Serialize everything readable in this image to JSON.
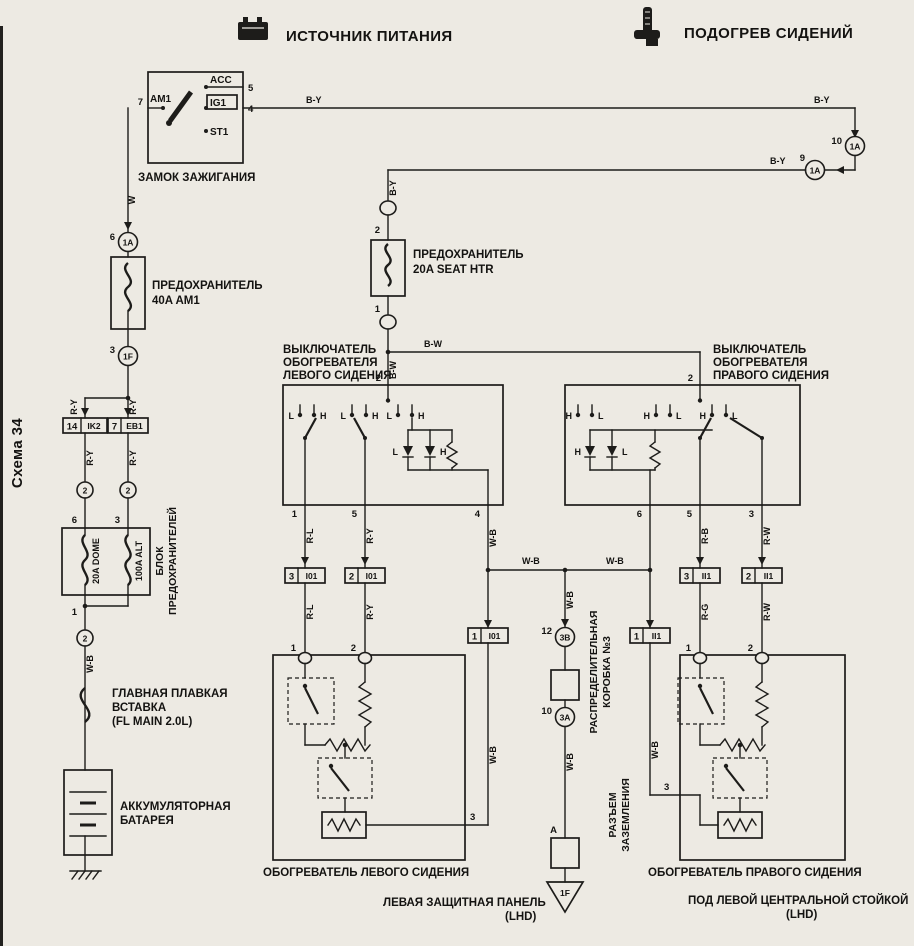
{
  "colors": {
    "paper": "#edeae3",
    "ink": "#1d1c1a"
  },
  "header": {
    "power_source": "ИСТОЧНИК ПИТАНИЯ",
    "seat_heating": "ПОДОГРЕВ СИДЕНИЙ"
  },
  "scheme_label": "Схема 34",
  "ignition": {
    "label": "ЗАМОК ЗАЖИГАНИЯ",
    "am1": "AM1",
    "acc": "ACC",
    "ig1": "IG1",
    "st1": "ST1"
  },
  "wire_labels": {
    "w": "W",
    "by": "B-Y",
    "ry": "R-Y",
    "wb": "W-B",
    "bw": "B-W",
    "rl": "R-L",
    "rb": "R-B",
    "rw": "R-W",
    "rg": "R-G"
  },
  "connectors": {
    "a1": "1A",
    "f1": "1F",
    "ik2": "IK2",
    "eb1": "EB1",
    "i01": "I01",
    "ii1": "II1",
    "b3": "3B",
    "a3": "3A",
    "ground_a": "A"
  },
  "pin_numbers": {
    "n1": "1",
    "n2": "2",
    "n3": "3",
    "n4": "4",
    "n5": "5",
    "n6": "6",
    "n7": "7",
    "n9": "9",
    "n10": "10",
    "n12": "12",
    "n14": "14"
  },
  "fuse_40a": {
    "line1": "ПРЕДОХРАНИТЕЛЬ",
    "line2": "40A AM1"
  },
  "fuse_20a": {
    "line1": "ПРЕДОХРАНИТЕЛЬ",
    "line2": "20A SEAT HTR"
  },
  "fuse_block": {
    "label1": "БЛОК",
    "label2": "ПРЕДОХРАНИТЕЛЕЙ",
    "dome": "20A DOME",
    "alt": "100A ALT"
  },
  "fl_main": {
    "line1": "ГЛАВНАЯ ПЛАВКАЯ",
    "line2": "ВСТАВКА",
    "line3": "(FL MAIN 2.0L)"
  },
  "battery": {
    "line1": "АККУМУЛЯТОРНАЯ",
    "line2": "БАТАРЕЯ"
  },
  "left_switch": {
    "line1": "ВЫКЛЮЧАТЕЛЬ",
    "line2": "ОБОГРЕВАТЕЛЯ",
    "line3": "ЛЕВОГО СИДЕНИЯ"
  },
  "right_switch": {
    "line1": "ВЫКЛЮЧАТЕЛЬ",
    "line2": "ОБОГРЕВАТЕЛЯ",
    "line3": "ПРАВОГО СИДЕНИЯ"
  },
  "contacts": {
    "h": "H",
    "l": "L"
  },
  "left_heater": {
    "label": "ОБОГРЕВАТЕЛЬ ЛЕВОГО СИДЕНИЯ"
  },
  "right_heater": {
    "label": "ОБОГРЕВАТЕЛЬ ПРАВОГО СИДЕНИЯ"
  },
  "junction_box": {
    "line1": "РАСПРЕДЕЛИТЕЛЬНАЯ",
    "line2": "КОРОБКА №3"
  },
  "ground_connector": {
    "line1": "РАЗЪЕМ",
    "line2": "ЗАЗЕМЛЕНИЯ"
  },
  "footer_left": {
    "line1": "ЛЕВАЯ ЗАЩИТНАЯ ПАНЕЛЬ",
    "line2": "(LHD)"
  },
  "footer_right": {
    "line1": "ПОД ЛЕВОЙ ЦЕНТРАЛЬНОЙ СТОЙКОЙ",
    "line2": "(LHD)"
  }
}
